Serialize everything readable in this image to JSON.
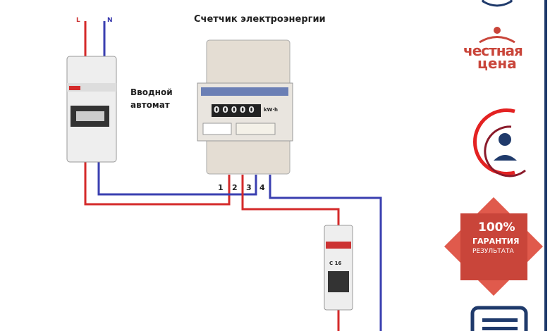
{
  "diagram": {
    "title": "Счетчик электроэнергии",
    "breaker_label_line1": "Вводной",
    "breaker_label_line2": "автомат",
    "phase_label": "L",
    "neutral_label": "N",
    "terminals": [
      "1",
      "2",
      "3",
      "4"
    ],
    "meter_reading": "00000",
    "meter_unit": "kW·h",
    "small_breaker_label": "C 16"
  },
  "sidebar": {
    "honest_price_line1": "честная",
    "honest_price_line2": "цена",
    "guarantee_percent": "100%",
    "guarantee_line1": "ГАРАНТИЯ",
    "guarantee_line2": "РЕЗУЛЬТАТА"
  },
  "colors": {
    "phase": "#d42a2a",
    "neutral": "#3a3fb0",
    "brand_red": "#c9453a",
    "navy": "#1f3a6b"
  }
}
